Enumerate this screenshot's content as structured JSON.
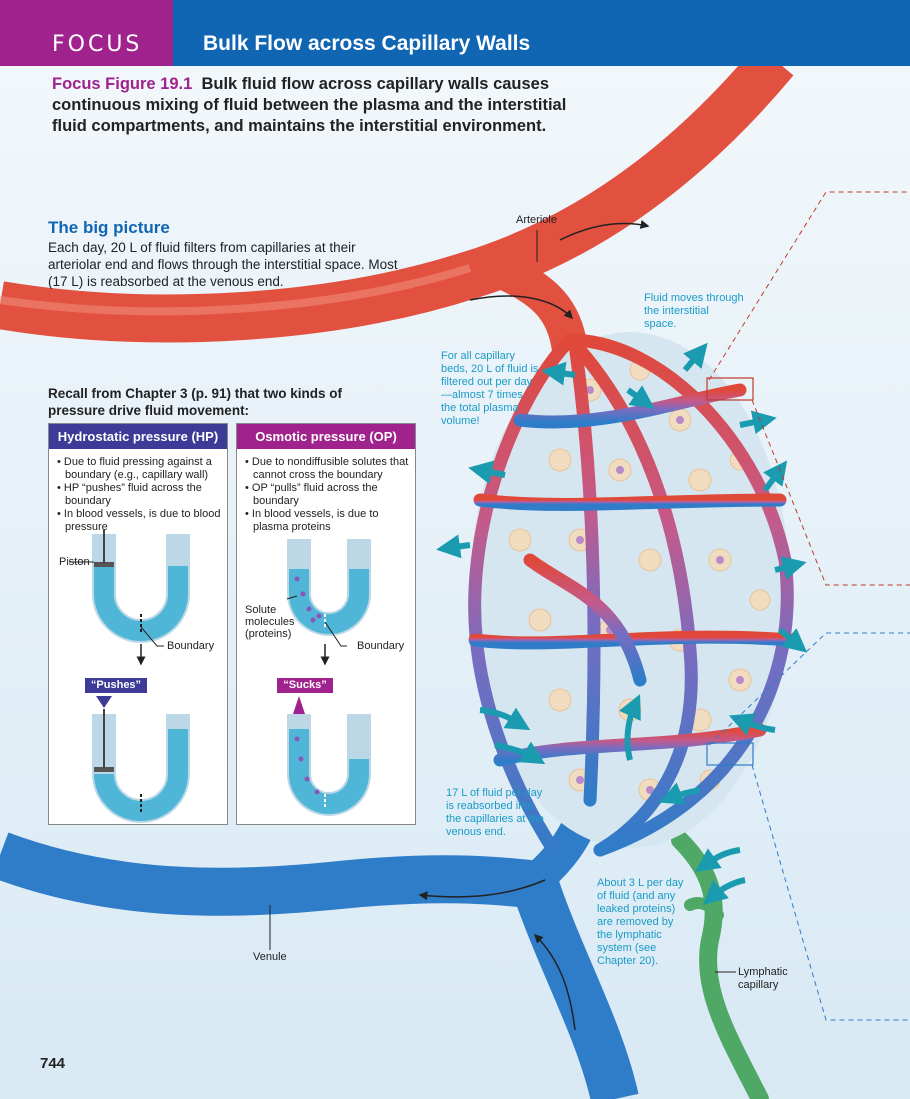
{
  "header": {
    "focus_label": "FOCUS",
    "title": "Bulk Flow across Capillary Walls",
    "colors": {
      "focus": "#a0228c",
      "title": "#1166b3"
    }
  },
  "caption": {
    "label": "Focus Figure 19.1",
    "text": "Bulk fluid flow across capillary walls causes continuous mixing of fluid between the plasma and the interstitial fluid compartments, and maintains the interstitial environment."
  },
  "big_picture": {
    "title": "The big picture",
    "text": "Each day, 20 L of fluid filters from capillaries at their arteriolar end and flows through the interstitial space. Most (17 L) is reabsorbed at the venous end."
  },
  "recall": "Recall from Chapter 3 (p. 91) that two kinds of pressure drive fluid movement:",
  "hp": {
    "title": "Hydrostatic pressure (HP)",
    "bullets": [
      "Due to fluid pressing against a boundary (e.g., capillary wall)",
      "HP “pushes” fluid across the boundary",
      "In blood vessels, is due to blood pressure"
    ],
    "piston": "Piston",
    "boundary": "Boundary",
    "action": "“Pushes”",
    "color": "#3d3a98"
  },
  "op": {
    "title": "Osmotic pressure (OP)",
    "bullets": [
      "Due to nondiffusible solutes that cannot cross the boundary",
      "OP “pulls” fluid across the boundary",
      "In blood vessels, is due to plasma proteins"
    ],
    "solute": "Solute molecules (proteins)",
    "boundary": "Boundary",
    "action": "“Sucks”",
    "color": "#a0228c"
  },
  "labels": {
    "arteriole": "Arteriole",
    "venule": "Venule",
    "lymphatic": "Lymphatic capillary"
  },
  "notes": {
    "fluid_moves": "Fluid moves through the interstitial space.",
    "filtered": "For all capillary beds, 20 L of fluid is filtered out per day—almost 7 times the total plasma volume!",
    "reabsorbed": "17 L of fluid per day is reabsorbed into the capillaries at the venous end.",
    "lymph": "About 3 L per day of fluid (and any leaked proteins) are removed by the lymphatic system (see Chapter 20)."
  },
  "page_number": "744"
}
